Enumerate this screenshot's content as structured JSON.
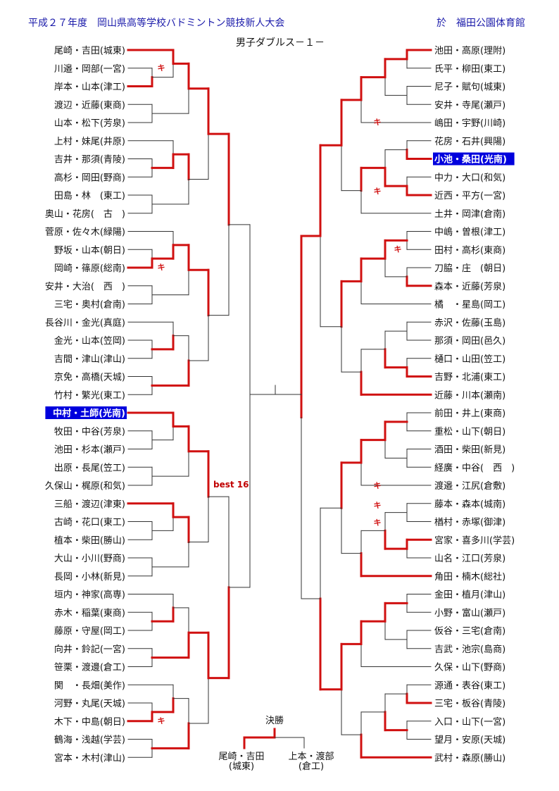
{
  "header": {
    "title": "平成２７年度　岡山県高等学校バドミントン競技新人大会",
    "venue": "於　福田公園体育館"
  },
  "event_title": "男子ダブルス－１－",
  "colors": {
    "line": "#d01010",
    "thin": "#333333",
    "title": "#1a1aaa",
    "highlight_bg": "#0000dd",
    "highlight_fg": "#ffffff",
    "best16": "#c00000"
  },
  "left_players": [
    "尾崎・吉田(城東)",
    "川邉・岡部(一宮)",
    "岸本・山本(津工)",
    "渡辺・近藤(東商)",
    "山本・松下(芳泉)",
    "上村・妹尾(井原)",
    "吉井・那須(青陵)",
    "高杉・岡田(野商)",
    "田島・林　(東工)",
    "奥山・花房(　古　)",
    "菅原・佐々木(緑陽)",
    "野坂・山本(朝日)",
    "岡崎・篠原(総南)",
    "安井・大治(　西　)",
    "三宅・奥村(倉南)",
    "長谷川・金光(真庭)",
    "金光・山本(笠岡)",
    "吉間・津山(津山)",
    "京免・高橋(天城)",
    "竹村・繁光(東工)",
    "中村・土師(光南)",
    "牧田・中谷(芳泉)",
    "池田・杉本(瀬戸)",
    "出原・長尾(笠工)",
    "久保山・梶原(和気)",
    "三船・渡辺(津東)",
    "古崎・花口(東工)",
    "植本・柴田(勝山)",
    "大山・小川(野商)",
    "長岡・小林(新見)",
    "垣内・神家(高専)",
    "赤木・稲葉(東商)",
    "藤原・守屋(岡工)",
    "向井・鈴記(一宮)",
    "笹栗・渡邊(倉工)",
    "関　・長畑(美作)",
    "河野・丸尾(天城)",
    "木下・中島(朝日)",
    "鶴海・浅越(学芸)",
    "宮本・木村(津山)"
  ],
  "right_players": [
    "池田・高原(理附)",
    "氏平・柳田(東工)",
    "尼子・賦句(城東)",
    "安井・寺尾(瀬戸)",
    "嶋田・宇野(川崎)",
    "花房・石井(興陽)",
    "小池・桑田(光南)",
    "中力・大口(和気)",
    "近西・平方(一宮)",
    "土井・岡津(倉南)",
    "中嶋・曽根(津工)",
    "田村・高杉(東商)",
    "刀脇・庄　(朝日)",
    "森本・近藤(芳泉)",
    "橘　・星島(岡工)",
    "赤沢・佐藤(玉島)",
    "那須・岡田(邑久)",
    "樋口・山田(笠工)",
    "吉野・北浦(東工)",
    "近藤・川本(瀬南)",
    "前田・井上(東商)",
    "重松・山下(朝日)",
    "酒田・柴田(新見)",
    "経廣・中谷(　西　)",
    "渡邉・江尻(倉敷)",
    "藤本・森本(城南)",
    "楢村・赤塚(御津)",
    "宮家・喜多川(学芸)",
    "山名・江口(芳泉)",
    "角田・楠木(総社)",
    "金田・植月(津山)",
    "小野・富山(瀬戸)",
    "仮谷・三宅(倉南)",
    "吉武・池宗(島商)",
    "久保・山下(野商)",
    "源通・表谷(東工)",
    "三宅・板谷(青陵)",
    "入口・山下(一宮)",
    "望月・安原(天城)",
    "武村・森原(勝山)"
  ],
  "highlights": {
    "left": [
      20
    ],
    "right": [
      6
    ]
  },
  "retire_mark": "キ",
  "best16_label": "best 16",
  "final": {
    "label": "決勝",
    "left_name": "尾崎・吉田",
    "left_school": "(城東)",
    "right_name": "上本・渡部",
    "right_school": "(倉工)"
  }
}
